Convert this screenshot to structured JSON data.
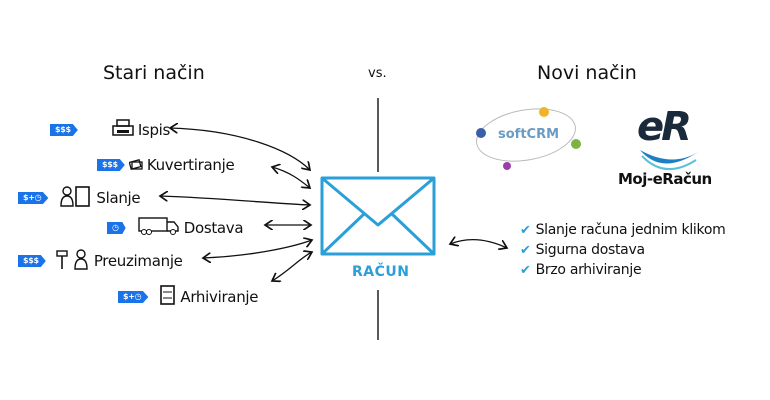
{
  "left": {
    "title": "Stari način",
    "items": [
      {
        "label": "Ispis",
        "badge": "$$$",
        "icon": "printer-icon"
      },
      {
        "label": "Kuvertiranje",
        "badge": "$$$",
        "icon": "envelopes-icon"
      },
      {
        "label": "Slanje",
        "badge": "$+◷",
        "icon": "person-mailbox-icon"
      },
      {
        "label": "Dostava",
        "badge": "◷",
        "icon": "truck-icon"
      },
      {
        "label": "Preuzimanje",
        "badge": "$$$",
        "icon": "mailbox-person-icon"
      },
      {
        "label": "Arhiviranje",
        "badge": "$+◷",
        "icon": "cabinet-icon"
      }
    ]
  },
  "center": {
    "vs": "vs.",
    "envelope_label": "RAČUN"
  },
  "right": {
    "title": "Novi način",
    "softcrm_logo": "softCRM",
    "er_logo": "eR",
    "er_caption": "Moj-eRačun",
    "benefits": [
      "Slanje računa jednim klikom",
      "Sigurna dostava",
      "Brzo arhiviranje"
    ]
  },
  "colors": {
    "accent": "#1a73e8",
    "check": "#2a9fd8",
    "envelope": "#2a9fd8"
  }
}
